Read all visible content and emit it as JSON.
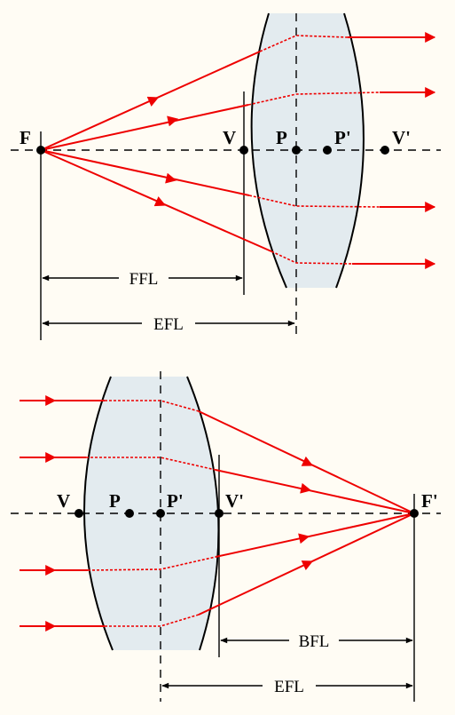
{
  "colors": {
    "background": "#fffcf4",
    "lens_fill": "#e3ebef",
    "ray": "#ee0000",
    "line": "#000000"
  },
  "top_diagram": {
    "points": {
      "focal": "F",
      "vertex_front": "V",
      "principal_front": "P",
      "principal_back": "P'",
      "vertex_back": "V'"
    },
    "dimensions": {
      "ffl": "FFL",
      "efl": "EFL"
    }
  },
  "bottom_diagram": {
    "points": {
      "vertex_front": "V",
      "principal_front": "P",
      "principal_back": "P'",
      "vertex_back": "V'",
      "focal": "F'"
    },
    "dimensions": {
      "bfl": "BFL",
      "efl": "EFL"
    }
  }
}
